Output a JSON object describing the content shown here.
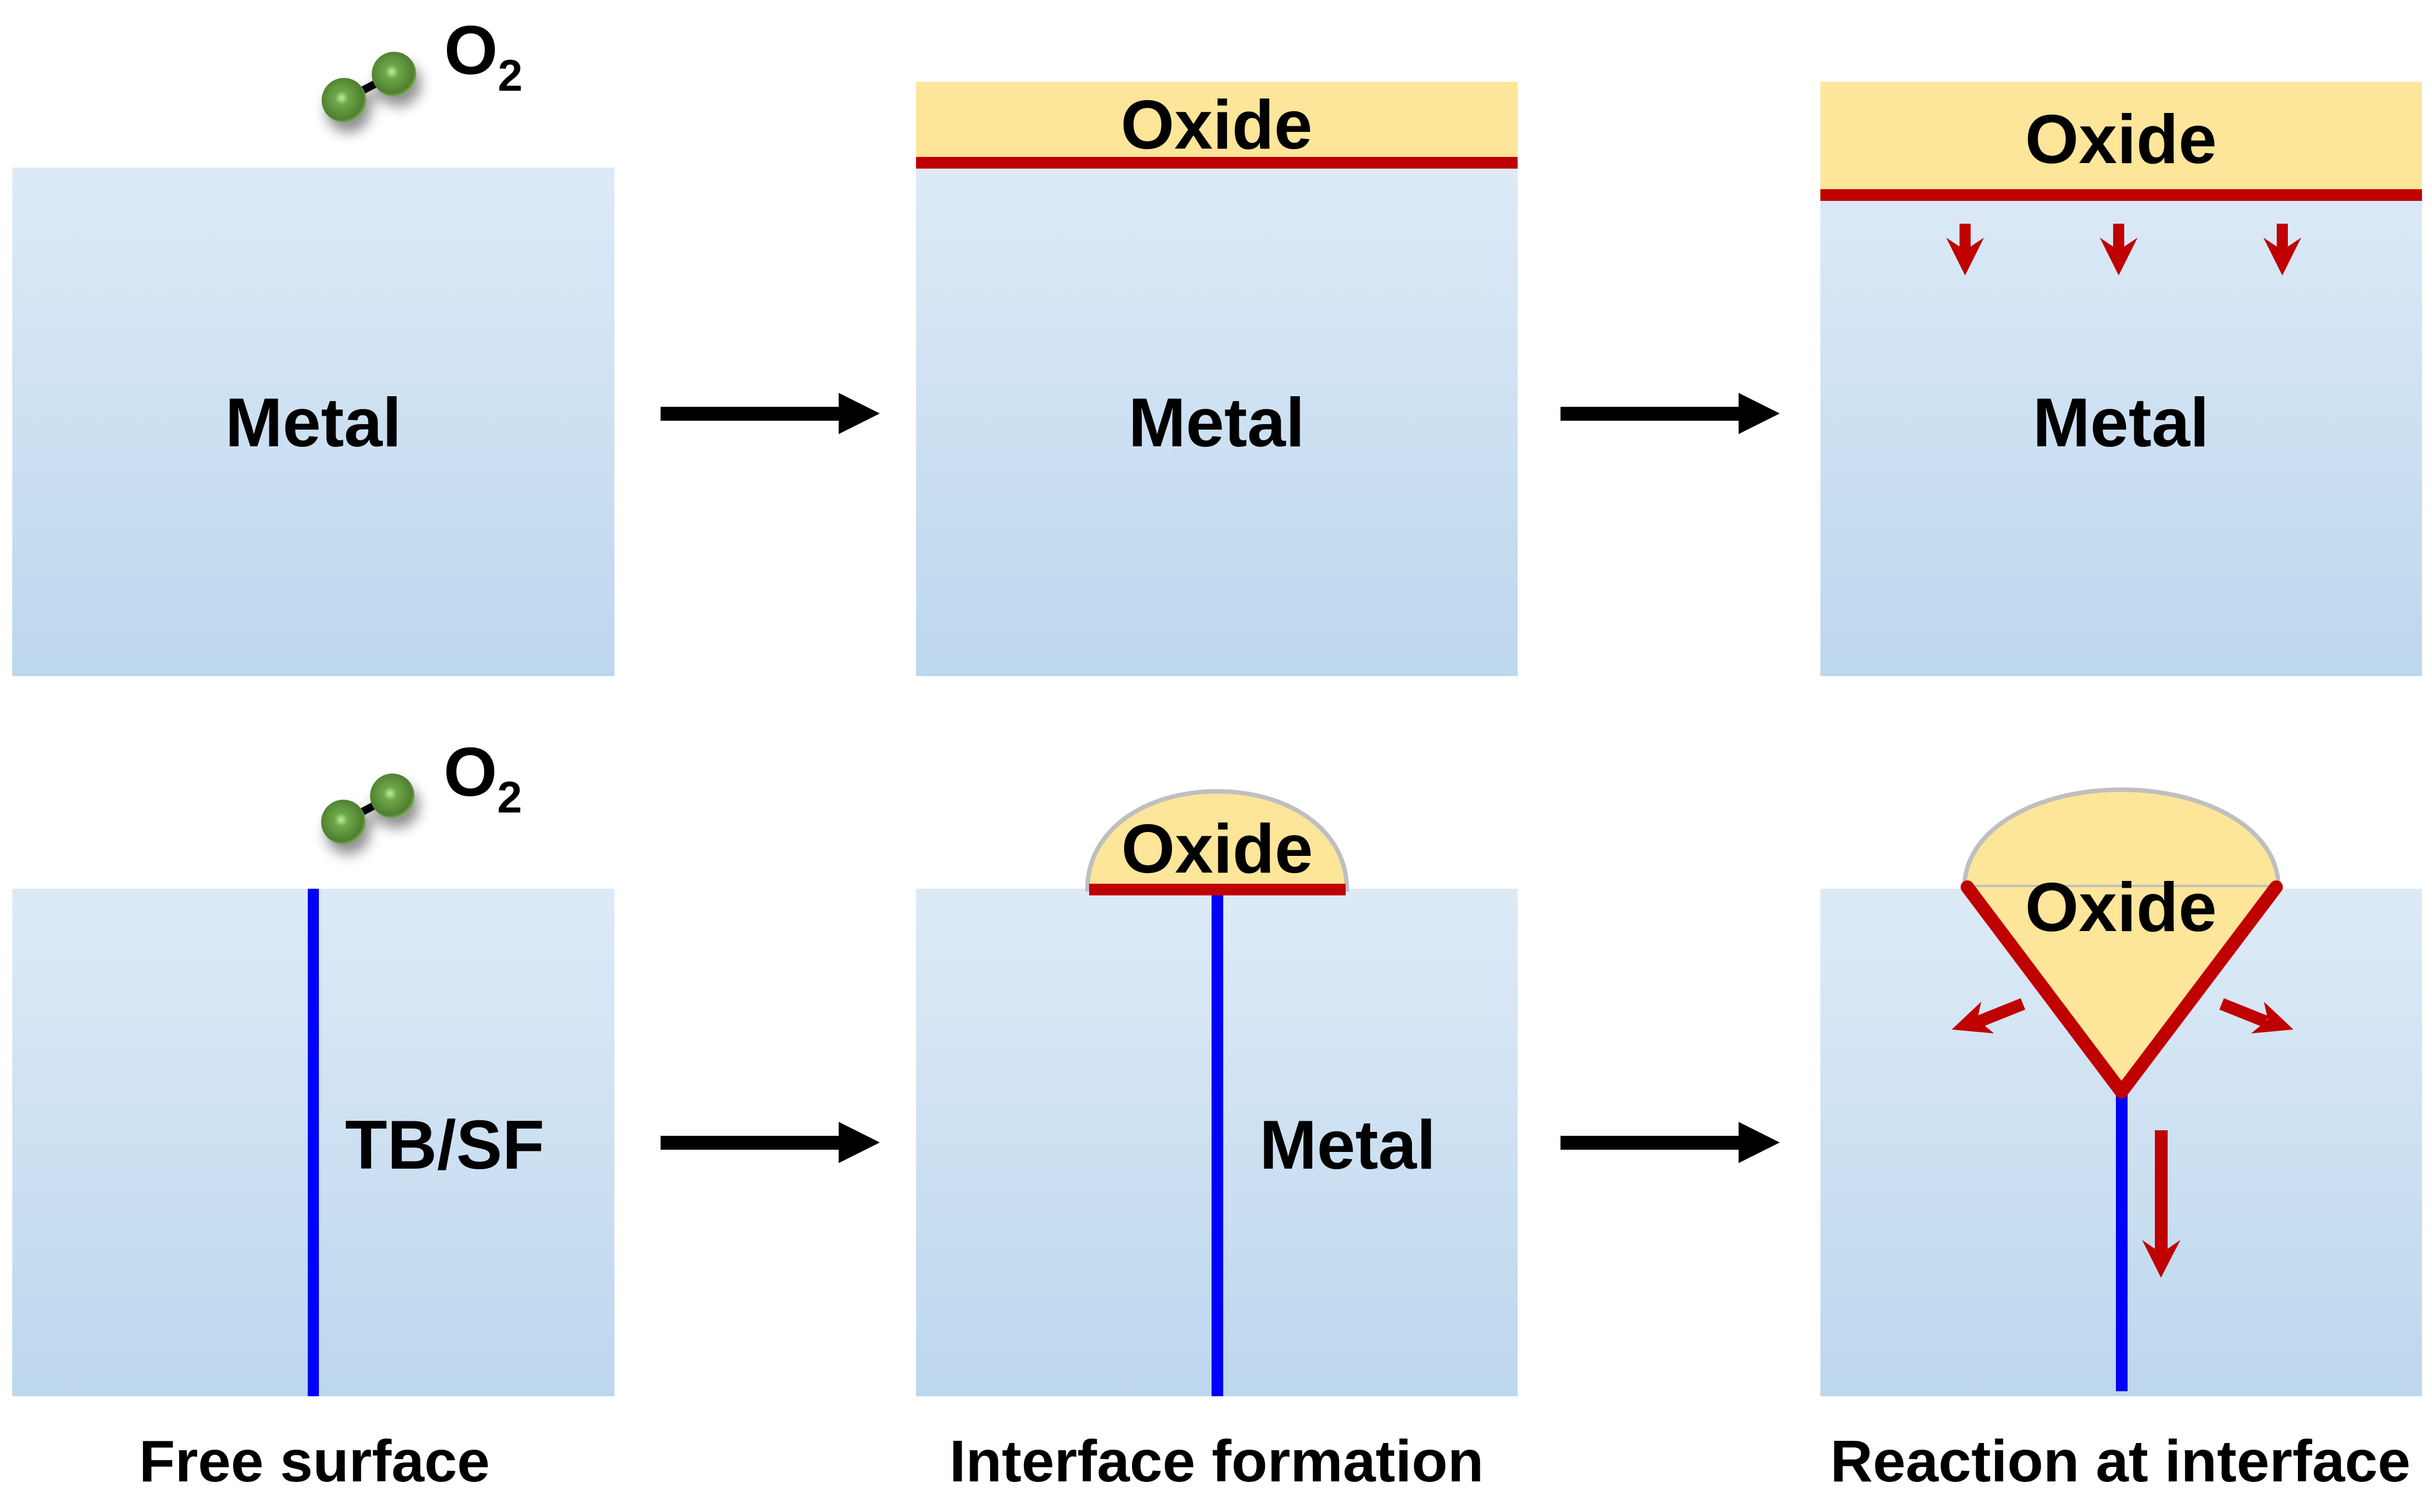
{
  "title": "Oxidation at free surface vs. at twin boundary / stacking fault",
  "colors": {
    "metal_top": "#DDEAF6",
    "metal_bottom": "#BDD7EE",
    "oxide": "#FDE59A",
    "oxide_outline": "#BFBFBF",
    "interface": "#C00000",
    "defect_line": "#0000FF",
    "arrow": "#000000",
    "molecule": "#5E8F3A"
  },
  "molecule": {
    "icon": "o2-molecule-icon",
    "formula": "O",
    "subscript": "2"
  },
  "rows": [
    {
      "name": "free-surface-row",
      "panels": [
        {
          "metal_label": "Metal",
          "has_molecule": true
        },
        {
          "metal_label": "Metal",
          "oxide_label": "Oxide"
        },
        {
          "metal_label": "Metal",
          "oxide_label": "Oxide",
          "arrows": "inward-down x3"
        }
      ]
    },
    {
      "name": "defect-row",
      "panels": [
        {
          "metal_label": "TB/SF",
          "has_molecule": true
        },
        {
          "metal_label": "Metal",
          "oxide_label": "Oxide"
        },
        {
          "oxide_label": "Oxide",
          "arrows": "lateral x2, down along defect x1"
        }
      ]
    }
  ],
  "captions": [
    "Free surface",
    "Interface formation",
    "Reaction at interface"
  ]
}
